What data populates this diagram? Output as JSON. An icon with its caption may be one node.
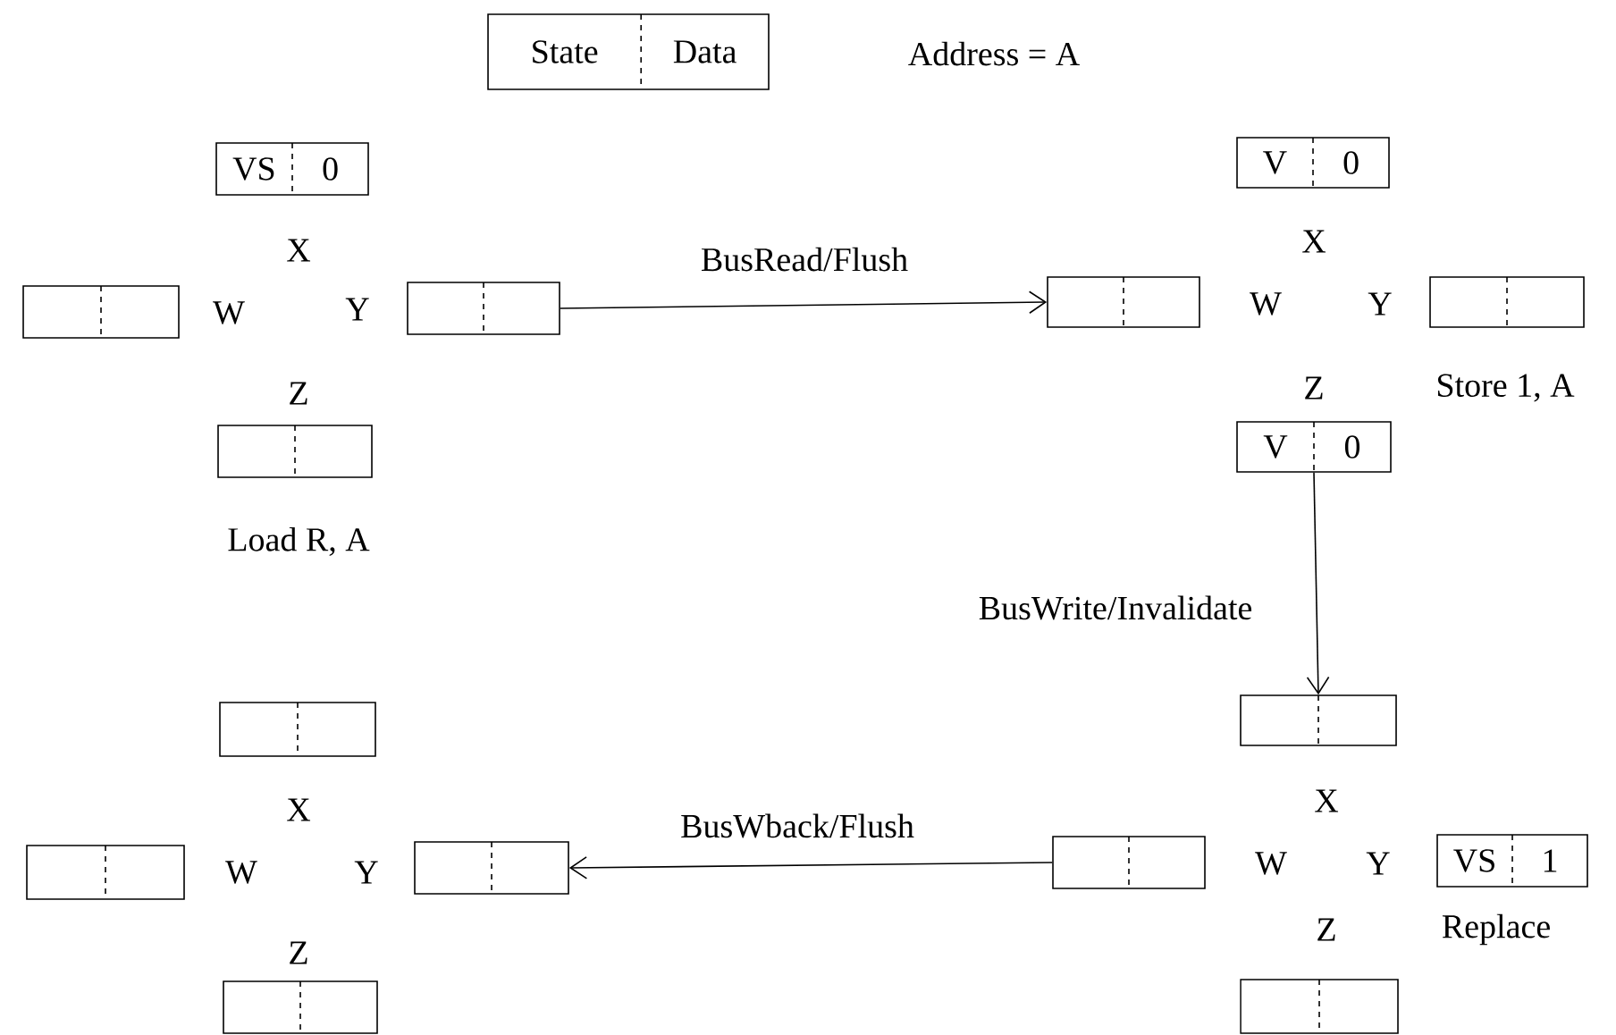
{
  "diagram": {
    "nodes": [
      {
        "text": [
          "State",
          "Data"
        ]
      },
      {
        "text": [
          "VS",
          "0"
        ]
      },
      {
        "text": [],
        "shape": "box"
      },
      {
        "text": [],
        "shape": "box"
      },
      {
        "text": [],
        "shape": "box"
      },
      {
        "text": [
          "V",
          "0"
        ]
      },
      {
        "text": [],
        "shape": "box"
      },
      {
        "text": [],
        "shape": "box"
      },
      {
        "text": [
          "V",
          "0"
        ]
      },
      {
        "text": [],
        "shape": "box"
      },
      {
        "text": [],
        "shape": "box"
      },
      {
        "text": [],
        "shape": "box"
      },
      {
        "text": [],
        "shape": "box"
      },
      {
        "text": [],
        "shape": "box"
      },
      {
        "text": [],
        "shape": "box"
      },
      {
        "text": [
          "VS",
          "1"
        ]
      },
      {
        "text": [],
        "shape": "box"
      }
    ],
    "edges": [
      {
        "from": 3,
        "to": 6,
        "arrow": "to",
        "label": "BusRead/Flush"
      },
      {
        "from": 8,
        "to": 13,
        "arrow": "to",
        "label": "BusWrite/Invalidate"
      },
      {
        "from": 14,
        "to": 11,
        "arrow": "to",
        "label": "BusWback/Flush"
      }
    ],
    "labels": [
      "Address = A",
      "X",
      "W",
      "Y",
      "Z",
      "X",
      "W",
      "Y",
      "Z",
      "Store 1, A",
      "Load R, A",
      "X",
      "W",
      "Y",
      "Z",
      "X",
      "W",
      "Y",
      "Z",
      "Replace"
    ]
  }
}
